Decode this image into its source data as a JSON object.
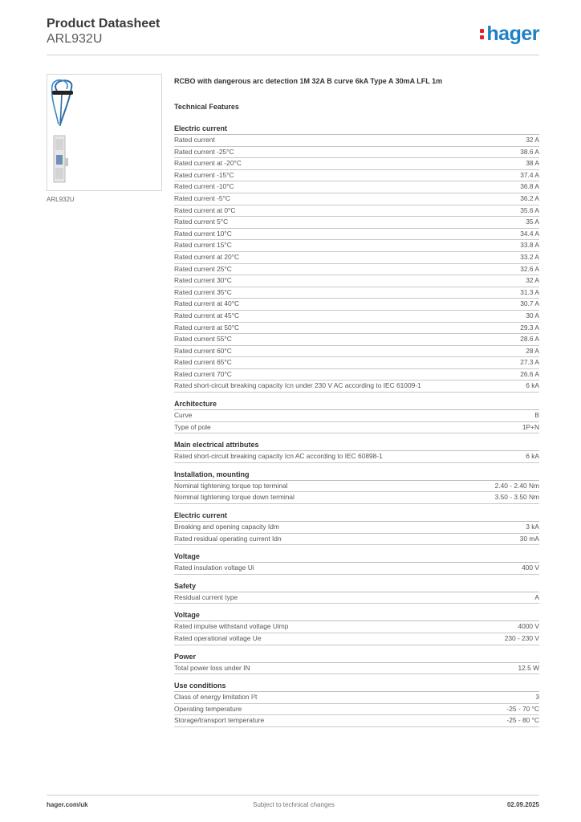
{
  "header": {
    "title": "Product Datasheet",
    "product_code": "ARL932U",
    "logo_text": "hager"
  },
  "image": {
    "caption": "ARL932U"
  },
  "description": "RCBO with dangerous arc detection 1M 32A B curve 6kA Type A 30mA LFL 1m",
  "technical_title": "Technical Features",
  "sections": [
    {
      "title": "Electric current",
      "rows": [
        {
          "label": "Rated current",
          "value": "32 A"
        },
        {
          "label": "Rated current -25°C",
          "value": "38.6 A"
        },
        {
          "label": "Rated current at -20°C",
          "value": "38 A"
        },
        {
          "label": "Rated current -15°C",
          "value": "37.4 A"
        },
        {
          "label": "Rated current -10°C",
          "value": "36.8 A"
        },
        {
          "label": "Rated current -5°C",
          "value": "36.2 A"
        },
        {
          "label": "Rated current at 0°C",
          "value": "35.6 A"
        },
        {
          "label": "Rated current 5°C",
          "value": "35 A"
        },
        {
          "label": "Rated current 10°C",
          "value": "34.4 A"
        },
        {
          "label": "Rated current 15°C",
          "value": "33.8 A"
        },
        {
          "label": "Rated current at 20°C",
          "value": "33.2 A"
        },
        {
          "label": "Rated current 25°C",
          "value": "32.6 A"
        },
        {
          "label": "Rated current 30°C",
          "value": "32 A"
        },
        {
          "label": "Rated current 35°C",
          "value": "31.3 A"
        },
        {
          "label": "Rated current at 40°C",
          "value": "30.7 A"
        },
        {
          "label": "Rated current at 45°C",
          "value": "30 A"
        },
        {
          "label": "Rated current at 50°C",
          "value": "29.3 A"
        },
        {
          "label": "Rated current 55°C",
          "value": "28.6 A"
        },
        {
          "label": "Rated current 60°C",
          "value": "28 A"
        },
        {
          "label": "Rated current 65°C",
          "value": "27.3 A"
        },
        {
          "label": "Rated current 70°C",
          "value": "26.6 A"
        },
        {
          "label": "Rated short-circuit breaking capacity Icn under 230 V AC according to IEC 61009-1",
          "value": "6 kA"
        }
      ]
    },
    {
      "title": "Architecture",
      "rows": [
        {
          "label": "Curve",
          "value": "B"
        },
        {
          "label": "Type of pole",
          "value": "1P+N"
        }
      ]
    },
    {
      "title": "Main electrical attributes",
      "rows": [
        {
          "label": "Rated short-circuit breaking capacity Icn AC according to IEC 60898-1",
          "value": "6 kA"
        }
      ]
    },
    {
      "title": "Installation, mounting",
      "rows": [
        {
          "label": "Nominal tightening torque top terminal",
          "value": "2.40 - 2.40 Nm"
        },
        {
          "label": "Nominal tightening torque down terminal",
          "value": "3.50 - 3.50 Nm"
        }
      ]
    },
    {
      "title": "Electric current",
      "rows": [
        {
          "label": "Breaking and opening capacity Idm",
          "value": "3 kA"
        },
        {
          "label": "Rated residual operating current Idn",
          "value": "30 mA"
        }
      ]
    },
    {
      "title": "Voltage",
      "rows": [
        {
          "label": "Rated insulation voltage Ui",
          "value": "400 V"
        }
      ]
    },
    {
      "title": "Safety",
      "rows": [
        {
          "label": "Residual current type",
          "value": "A"
        }
      ]
    },
    {
      "title": "Voltage",
      "rows": [
        {
          "label": "Rated impulse withstand voltage Uimp",
          "value": "4000 V"
        },
        {
          "label": "Rated operational voltage Ue",
          "value": "230 - 230 V"
        }
      ]
    },
    {
      "title": "Power",
      "rows": [
        {
          "label": "Total power loss under IN",
          "value": "12.5 W"
        }
      ]
    },
    {
      "title": "Use conditions",
      "rows": [
        {
          "label": "Class of energy limitation I²t",
          "value": "3"
        },
        {
          "label": "Operating temperature",
          "value": "-25 - 70 °C"
        },
        {
          "label": "Storage/transport temperature",
          "value": "-25 - 80 °C"
        }
      ]
    }
  ],
  "footer": {
    "website": "hager.com/uk",
    "notice": "Subject to technical changes",
    "date": "02.09.2025"
  }
}
